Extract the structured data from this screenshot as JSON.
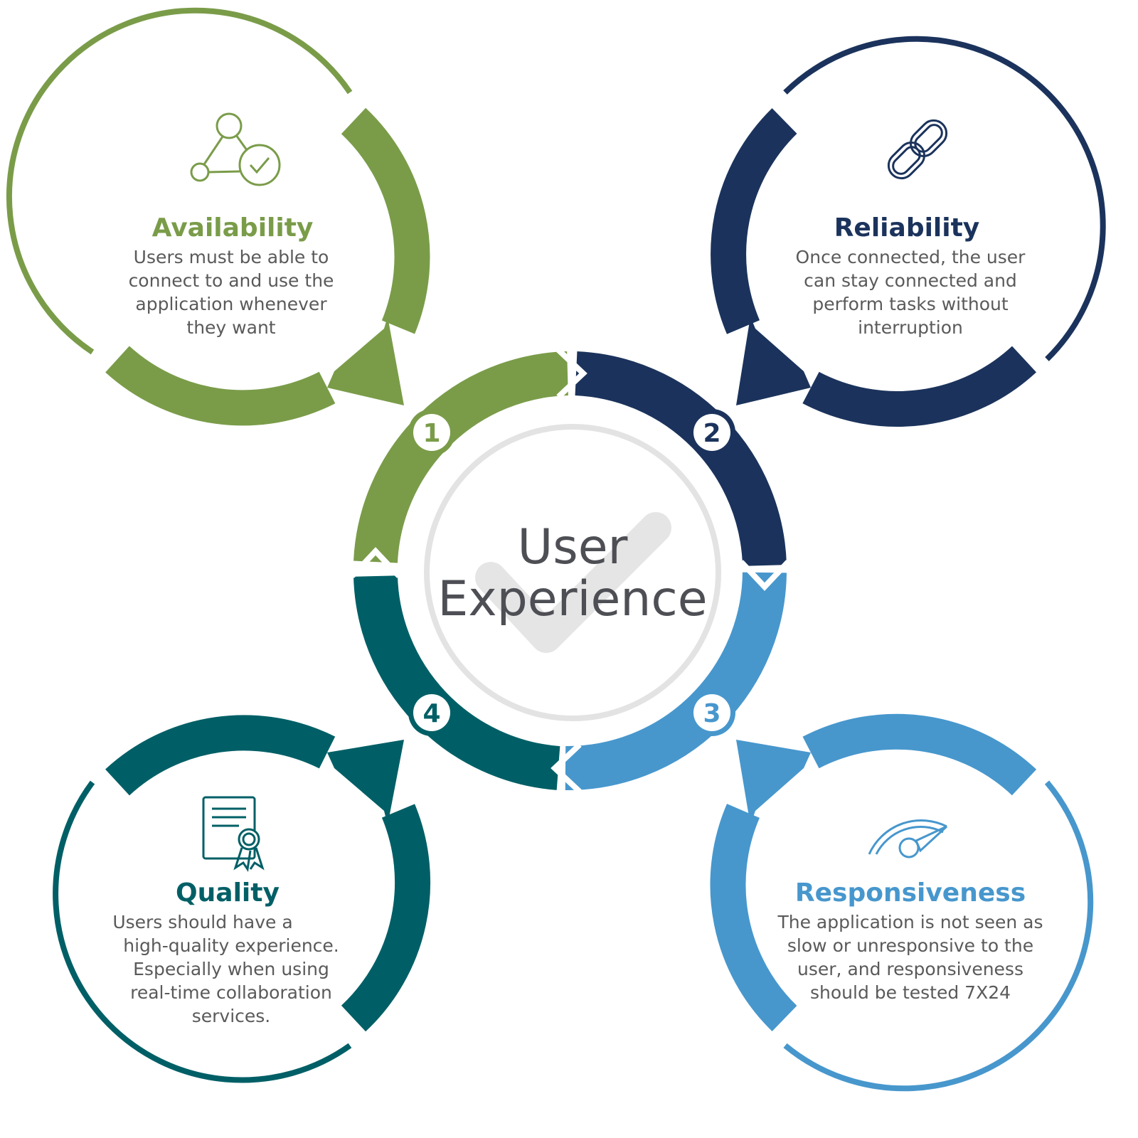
{
  "center": {
    "line1": "User",
    "line2": "Experience"
  },
  "colors": {
    "availability": "#7a9c49",
    "reliability": "#1b335c",
    "responsiveness": "#4797cd",
    "quality": "#005f66",
    "center_ring": "#e3e3e3"
  },
  "cards": [
    {
      "number": "1",
      "title": "Availability",
      "icon": "network-check-icon",
      "lines": [
        "Users must be able to",
        "connect to and use the",
        "application whenever",
        "they want"
      ]
    },
    {
      "number": "2",
      "title": "Reliability",
      "icon": "chain-link-icon",
      "lines": [
        "Once connected, the user",
        "can stay connected and",
        "perform tasks without",
        "interruption"
      ]
    },
    {
      "number": "3",
      "title": "Responsiveness",
      "icon": "speedometer-icon",
      "lines": [
        "The application is not seen as",
        "slow or unresponsive to the",
        "user, and responsiveness",
        "should be tested 7X24"
      ]
    },
    {
      "number": "4",
      "title": "Quality",
      "icon": "certificate-icon",
      "lines": [
        "Users should have a",
        "high-quality experience.",
        "Especially when using",
        "real-time collaboration",
        "services."
      ]
    }
  ]
}
